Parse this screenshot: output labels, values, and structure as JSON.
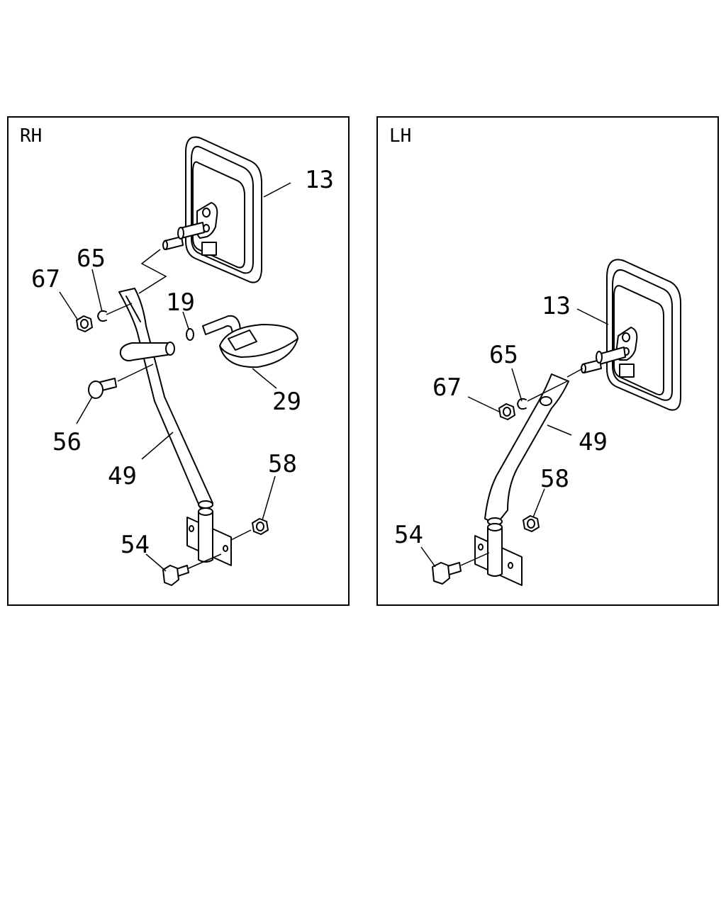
{
  "panels": [
    {
      "id": "rh",
      "title": "RH",
      "callouts": {
        "c13": "13",
        "c65": "65",
        "c67": "67",
        "c19": "19",
        "c29": "29",
        "c56": "56",
        "c49": "49",
        "c58": "58",
        "c54": "54"
      }
    },
    {
      "id": "lh",
      "title": "LH",
      "callouts": {
        "c13": "13",
        "c65": "65",
        "c67": "67",
        "c49": "49",
        "c58": "58",
        "c54": "54"
      }
    }
  ]
}
